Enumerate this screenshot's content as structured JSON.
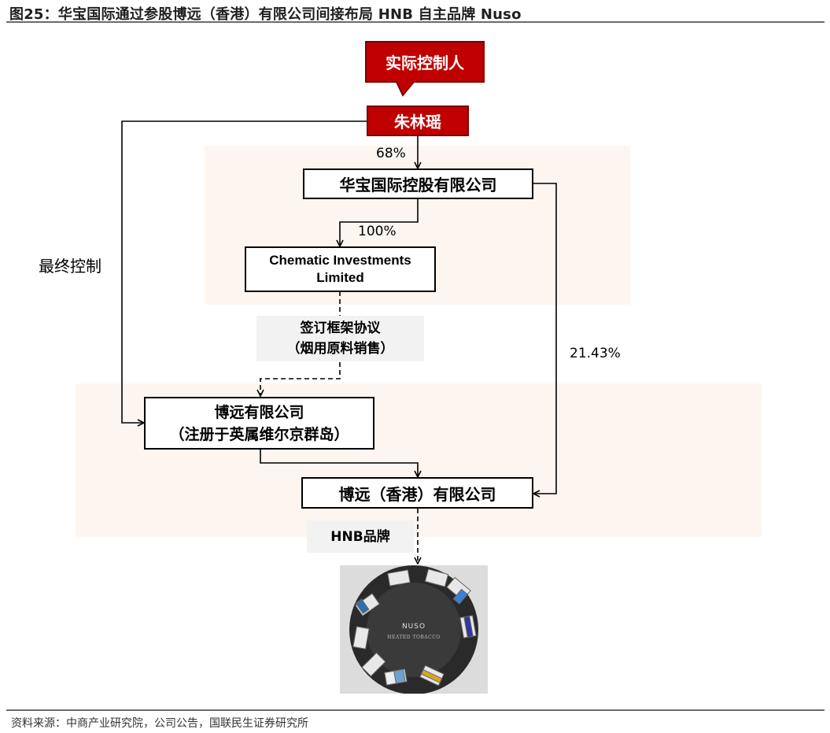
{
  "title": "图25：华宝国际通过参股博远（香港）有限公司间接布局 HNB 自主品牌 Nuso",
  "nodes": {
    "controller_tag": "实际控制人",
    "controller": "朱林瑶",
    "huabao": "华宝国际控股有限公司",
    "chematic": "Chematic Investments\nLimited",
    "agreement": "签订框架协议\n（烟用原料销售）",
    "boyuan_bvi": "博远有限公司\n（注册于英属维尔京群岛）",
    "boyuan_hk": "博远（香港）有限公司",
    "hnb_brand": "HNB品牌"
  },
  "edge_labels": {
    "pct_68": "68%",
    "pct_100": "100%",
    "pct_2143": "21.43%",
    "ultimate_control": "最终控制"
  },
  "product_image": {
    "brand_text": "NUSO",
    "subtitle_text": "HEATED TOBACCO"
  },
  "source": "资料来源：中商产业研究院，公司公告，国联民生证券研究所",
  "colors": {
    "accent_red": "#c00000",
    "band": "#fdf6f0",
    "label_gray": "#f2f2f2"
  }
}
